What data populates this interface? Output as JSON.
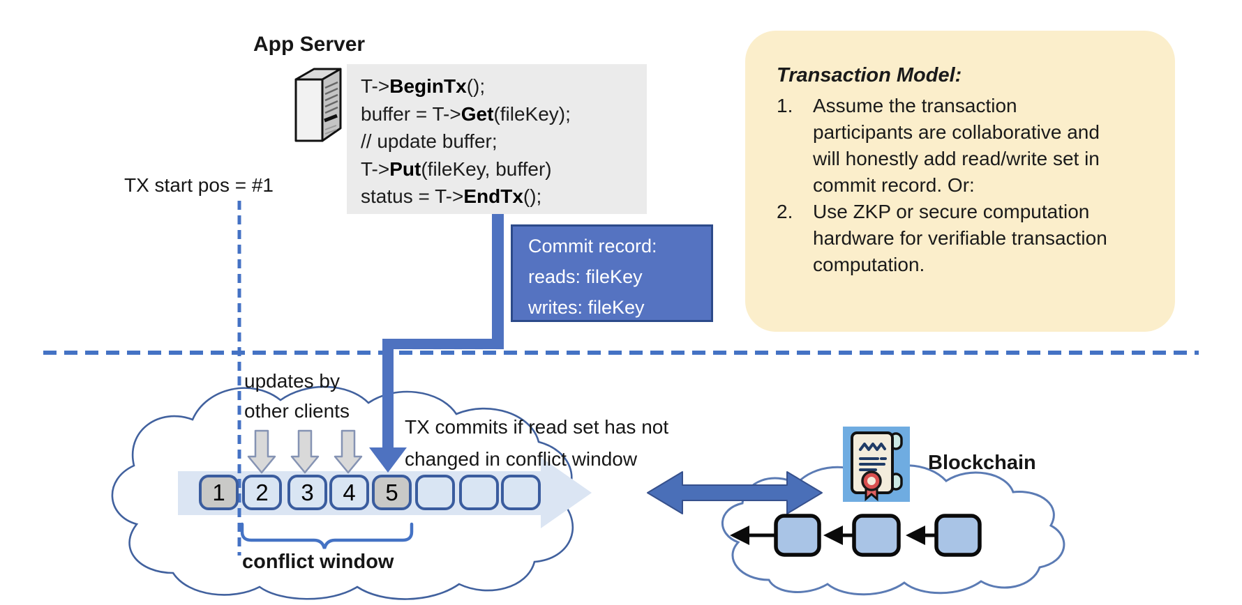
{
  "app_server": {
    "label": "App Server"
  },
  "tx_start": {
    "label": "TX start pos = #1"
  },
  "code_block": {
    "lines": [
      {
        "pre": "T->",
        "bold": "BeginTx",
        "post": "();"
      },
      {
        "pre": "buffer = T->",
        "bold": "Get",
        "post": "(fileKey);"
      },
      {
        "pre": "// update buffer;",
        "bold": "",
        "post": ""
      },
      {
        "pre": "T->",
        "bold": "Put",
        "post": "(fileKey, buffer)"
      },
      {
        "pre": "status = T->",
        "bold": "EndTx",
        "post": "();"
      }
    ]
  },
  "commit_record": {
    "lines": [
      "Commit record:",
      "reads: fileKey",
      "writes: fileKey"
    ]
  },
  "transaction_model": {
    "title": "Transaction Model:",
    "items": [
      {
        "num": "1.",
        "text": "Assume the transaction participants are collaborative and will honestly add read/write set in commit record.  Or:"
      },
      {
        "num": "2.",
        "text": "Use ZKP or secure computation hardware for verifiable transaction computation."
      }
    ]
  },
  "ledger": {
    "updates_label_lines": [
      "updates by",
      "other clients"
    ],
    "commit_note_lines": [
      "TX commits if read set has not",
      "changed in conflict window"
    ],
    "conflict_window_label": "conflict window",
    "blocks": [
      {
        "label": "1",
        "state": "committed"
      },
      {
        "label": "2",
        "state": "window"
      },
      {
        "label": "3",
        "state": "window"
      },
      {
        "label": "4",
        "state": "window"
      },
      {
        "label": "5",
        "state": "committed"
      },
      {
        "label": "",
        "state": "future"
      },
      {
        "label": "",
        "state": "future"
      },
      {
        "label": "",
        "state": "future"
      }
    ]
  },
  "blockchain": {
    "label": "Blockchain"
  },
  "colors": {
    "accent_blue": "#4472C4",
    "connector_blue": "#4E72C0",
    "commit_fill": "#5573C1",
    "commit_border": "#2C4A8A",
    "note_yellow": "#FBEECB",
    "code_gray": "#EBEBEB",
    "band_blue": "#DBE5F3",
    "block_fill": "#D9E5F3",
    "block_filled_gray": "#C9C9C7",
    "block_border": "#3A5C9E",
    "cloud_stroke": "#41619E",
    "chain_block_fill": "#A9C4E6",
    "cert_bg": "#6FACE1",
    "seal_red": "#D94F4F",
    "double_arrow": "#4A6FB8"
  }
}
